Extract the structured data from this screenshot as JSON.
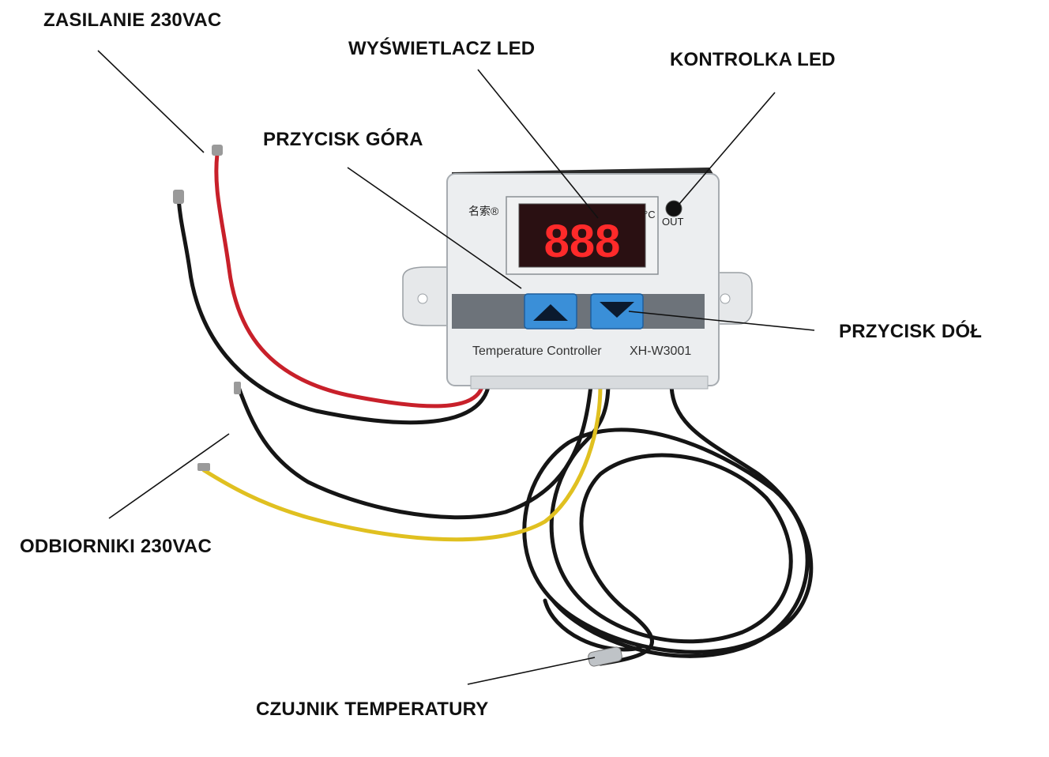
{
  "labels": {
    "power": "ZASILANIE 230VAC",
    "display": "WYŚWIETLACZ LED",
    "indicator": "KONTROLKA LED",
    "button_up": "PRZYCISK GÓRA",
    "button_down": "PRZYCISK DÓŁ",
    "loads": "ODBIORNIKI 230VAC",
    "sensor": "CZUJNIK TEMPERATURY"
  },
  "device": {
    "brand": "名索®",
    "unit": "°C",
    "out_label": "OUT",
    "display_value": "888",
    "name": "Temperature Controller",
    "model": "XH-W3001"
  },
  "colors": {
    "wire_red": "#c8202a",
    "wire_black": "#151515",
    "wire_yellow": "#e0c020",
    "button_blue": "#3a8fd8",
    "display_red": "#ff2a2a",
    "housing": "#eceef0",
    "button_strip": "#6d737a"
  }
}
